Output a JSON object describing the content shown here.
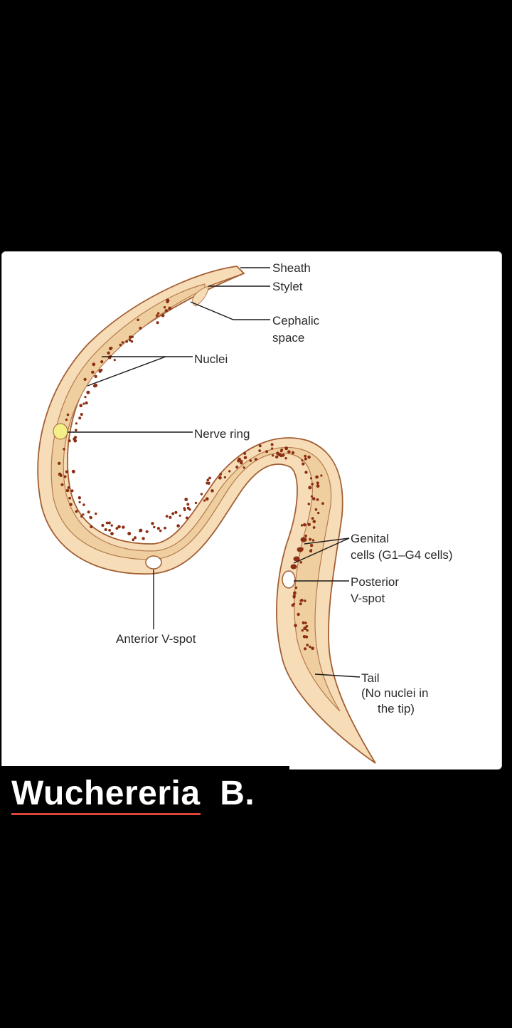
{
  "diagram": {
    "labels": {
      "sheath": "Sheath",
      "stylet": "Stylet",
      "cephalic_1": "Cephalic",
      "cephalic_2": "space",
      "nuclei": "Nuclei",
      "nerve_ring": "Nerve ring",
      "genital_1": "Genital",
      "genital_2": "cells (G1–G4 cells)",
      "posterior_1": "Posterior",
      "posterior_2": "V-spot",
      "anterior": "Anterior V-spot",
      "tail_1": "Tail",
      "tail_2": "(No nuclei in",
      "tail_3": "the tip)"
    },
    "colors": {
      "sheath": "#f7dcb8",
      "body": "#efcfa0",
      "outline": "#a35f33",
      "nuclei": "#8b2e12",
      "nerve_ring": "#f3f08a"
    }
  },
  "caption": {
    "word": "Wuchereria",
    "suffix": "  B."
  }
}
